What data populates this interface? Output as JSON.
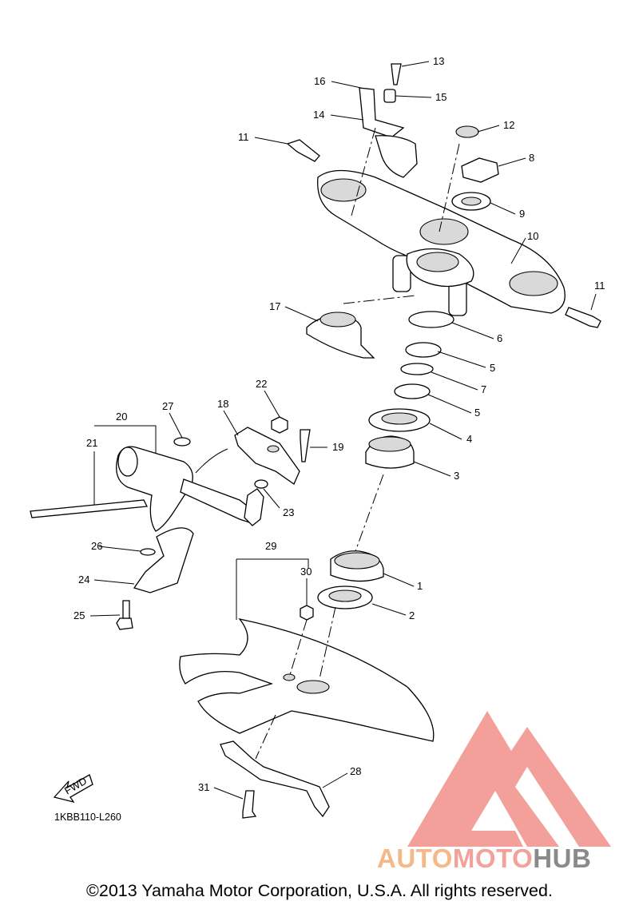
{
  "diagram": {
    "code": "1KBB110-L260",
    "fwd_label": "FWD",
    "parts": [
      {
        "number": "1"
      },
      {
        "number": "2"
      },
      {
        "number": "3"
      },
      {
        "number": "4"
      },
      {
        "number": "5"
      },
      {
        "number": "5"
      },
      {
        "number": "6"
      },
      {
        "number": "7"
      },
      {
        "number": "8"
      },
      {
        "number": "9"
      },
      {
        "number": "10"
      },
      {
        "number": "11"
      },
      {
        "number": "11"
      },
      {
        "number": "12"
      },
      {
        "number": "13"
      },
      {
        "number": "14"
      },
      {
        "number": "15"
      },
      {
        "number": "16"
      },
      {
        "number": "17"
      },
      {
        "number": "18"
      },
      {
        "number": "19"
      },
      {
        "number": "20"
      },
      {
        "number": "21"
      },
      {
        "number": "22"
      },
      {
        "number": "23"
      },
      {
        "number": "24"
      },
      {
        "number": "25"
      },
      {
        "number": "26"
      },
      {
        "number": "27"
      },
      {
        "number": "28"
      },
      {
        "number": "29"
      },
      {
        "number": "30"
      },
      {
        "number": "31"
      }
    ]
  },
  "watermark": {
    "part_auto": "AUTO",
    "part_moto": "MOTO",
    "part_hub": "HUB",
    "colors": {
      "auto": "#f5b888",
      "moto": "#f2a29a",
      "hub": "#8a8a8a",
      "logo": "#f4a09a"
    }
  },
  "footer": {
    "copyright": "©2013 Yamaha Motor Corporation, U.S.A. All rights reserved."
  }
}
